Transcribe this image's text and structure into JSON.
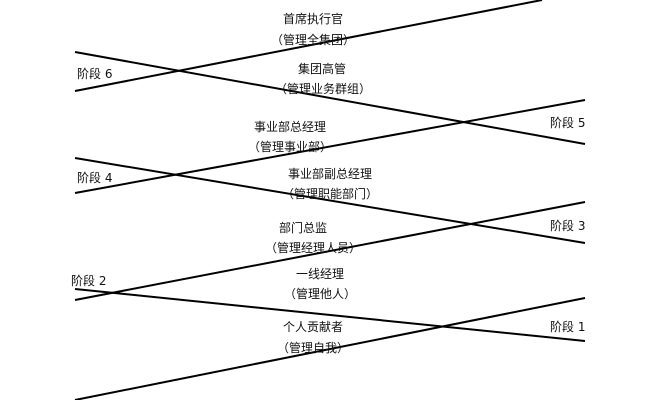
{
  "colors": {
    "background": "#ffffff",
    "line": "#000000",
    "text": "#111111"
  },
  "levels": [
    {
      "title": "首席执行官",
      "subtitle": "（管理全集团）"
    },
    {
      "title": "集团高管",
      "subtitle": "（管理业务群组）"
    },
    {
      "title": "事业部总经理",
      "subtitle": "（管理事业部）"
    },
    {
      "title": "事业部副总经理",
      "subtitle": "（管理职能部门）"
    },
    {
      "title": "部门总监",
      "subtitle": "（管理经理人员）"
    },
    {
      "title": "一线经理",
      "subtitle": "（管理他人）"
    },
    {
      "title": "个人贡献者",
      "subtitle": "（管理自我）"
    }
  ],
  "stages": [
    {
      "label": "阶段 1"
    },
    {
      "label": "阶段 2"
    },
    {
      "label": "阶段 3"
    },
    {
      "label": "阶段 4"
    },
    {
      "label": "阶段 5"
    },
    {
      "label": "阶段 6"
    }
  ]
}
